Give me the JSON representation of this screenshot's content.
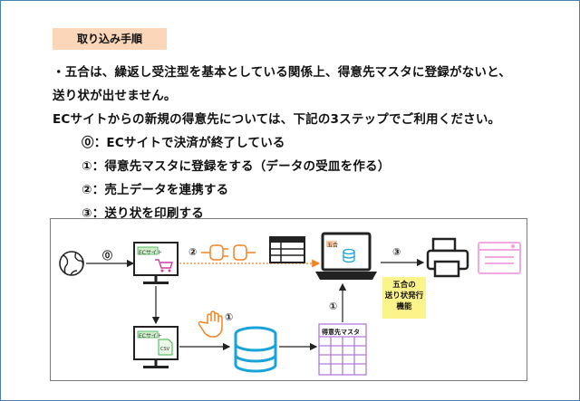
{
  "heading": "取り込み手順",
  "lines": [
    "・五合は、繰返し受注型を基本としている関係上、得意先マスタに登録がないと、",
    "送り状が出せません。",
    "ECサイトからの新規の得意先については、下記の3ステップでご利用ください。",
    "⓪：ECサイトで決済が終了している",
    "①：得意先マスタに登録をする（データの受皿を作る）",
    "②：売上データを連携する",
    "③：送り状を印刷する"
  ],
  "diagram": {
    "step0": "⓪",
    "step1a": "①",
    "step1b": "①",
    "step2": "②",
    "step3": "③",
    "ec_site_label_top": "ECサイト",
    "ec_site_label_bottom": "ECサイト",
    "csv_label": "CSV",
    "gogo_screen_label": "五合",
    "master_label": "得意先マスタ",
    "note_lines": [
      "五合の",
      "送り状発行",
      "機能"
    ]
  },
  "colors": {
    "accent_orange": "#f58220",
    "teal": "#1aa3d9",
    "badge_bg": "#fbd6b8",
    "note_bg": "#fdf38b",
    "master_purple": "#b07cd6",
    "pink": "#f2a8e0",
    "green": "#39b54a"
  },
  "icons": [
    "globe-icon",
    "monitor-icon",
    "cart-icon",
    "plug-connector-icon",
    "table-icon",
    "laptop-icon",
    "database-icon",
    "hand-icon",
    "spreadsheet-icon",
    "printer-icon",
    "browser-window-icon"
  ]
}
